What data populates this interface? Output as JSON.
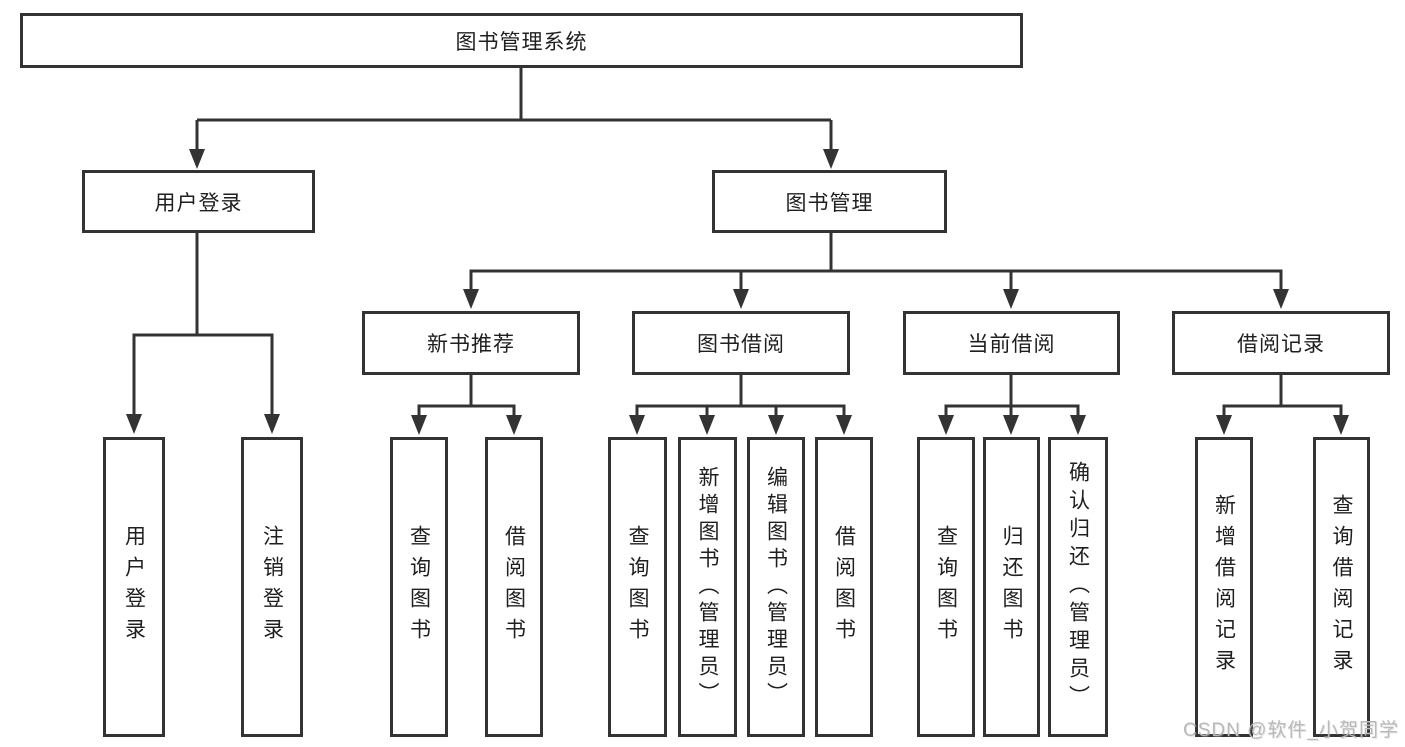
{
  "diagram": {
    "root": {
      "label": "图书管理系统"
    },
    "level2": [
      {
        "label": "用户登录"
      },
      {
        "label": "图书管理"
      }
    ],
    "level3": [
      {
        "label": "新书推荐"
      },
      {
        "label": "图书借阅"
      },
      {
        "label": "当前借阅"
      },
      {
        "label": "借阅记录"
      }
    ],
    "leaves": {
      "user_login": [
        {
          "label": "用户登录"
        },
        {
          "label": "注销登录"
        }
      ],
      "new_book": [
        {
          "label": "查询图书"
        },
        {
          "label": "借阅图书"
        }
      ],
      "book_borrow": [
        {
          "label": "查询图书"
        },
        {
          "label": "新增图书（管理员）"
        },
        {
          "label": "编辑图书（管理员）"
        },
        {
          "label": "借阅图书"
        }
      ],
      "current_borrow": [
        {
          "label": "查询图书"
        },
        {
          "label": "归还图书"
        },
        {
          "label": "确认归还（管理员）"
        }
      ],
      "borrow_records": [
        {
          "label": "新增借阅记录"
        },
        {
          "label": "查询借阅记录"
        }
      ]
    }
  },
  "watermark": {
    "text": "CSDN @软件_小贺同学"
  },
  "colors": {
    "line": "#333333",
    "text": "#1f1f1f",
    "background": "#ffffff",
    "watermark": "#b9b9b9"
  }
}
